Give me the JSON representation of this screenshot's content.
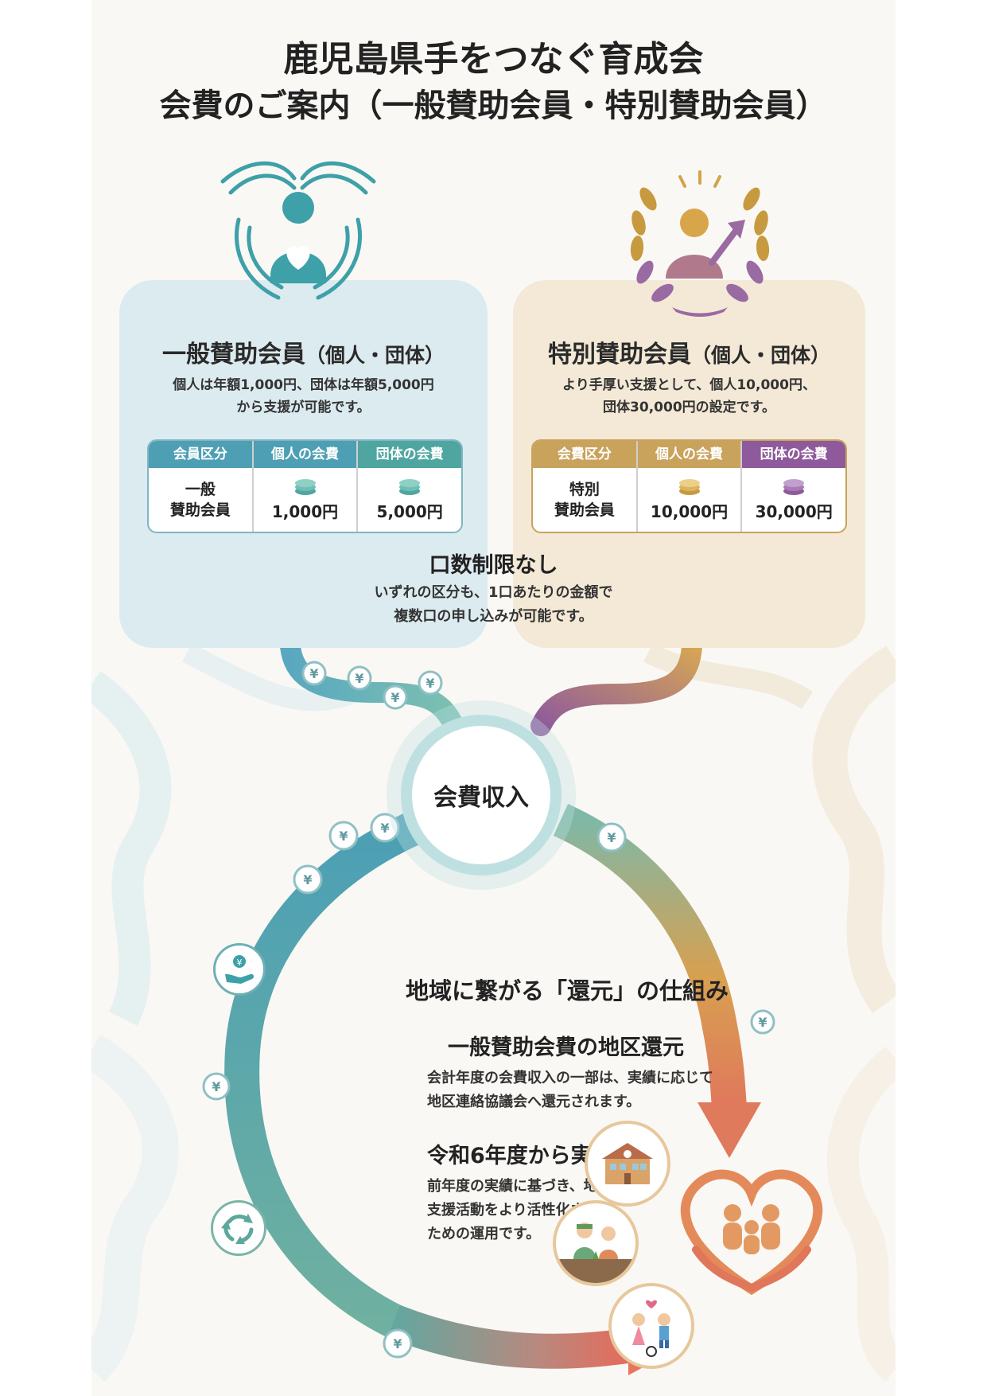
{
  "header": {
    "title_line1": "鹿児島県手をつなぐ育成会",
    "title_line2": "会費のご案内（一般賛助会員・特別賛助会員）"
  },
  "general": {
    "title": "一般賛助会員",
    "title_suffix": "（個人・団体）",
    "desc_line1": "個人は年額1,000円、団体は年額5,000円",
    "desc_line2": "から支援が可能です。",
    "table": {
      "col1_header": "会員区分",
      "col2_header": "個人の会費",
      "col3_header": "団体の会費",
      "category_line1": "一般",
      "category_line2": "賛助会員",
      "individual_fee": "1,000円",
      "group_fee": "5,000円"
    },
    "colors": {
      "panel": "#dcebf0",
      "header": "#4e9fb3",
      "accent": "#4fa6a0"
    }
  },
  "special": {
    "title": "特別賛助会員",
    "title_suffix": "（個人・団体）",
    "desc_line1": "より手厚い支援として、個人10,000円、",
    "desc_line2": "団体30,000円の設定です。",
    "table": {
      "col1_header": "会費区分",
      "col2_header": "個人の会費",
      "col3_header": "団体の会費",
      "category_line1": "特別",
      "category_line2": "賛助会員",
      "individual_fee": "10,000円",
      "group_fee": "30,000円"
    },
    "colors": {
      "panel": "#f3e9d6",
      "header": "#c9a25c",
      "accent": "#8e5a9c"
    }
  },
  "note": {
    "title": "口数制限なし",
    "desc_line1": "いずれの区分も、1口あたりの金額で",
    "desc_line2": "複数口の申し込みが可能です。"
  },
  "hub": {
    "label": "会費収入"
  },
  "system": {
    "title": "地域に繋がる「還元」の仕組み",
    "section1_title": "一般賛助会費の地区還元",
    "section1_line1": "会計年度の会費収入の一部は、実績に応じて",
    "section1_line2": "地区連絡協議会へ還元されます。",
    "section2_title": "令和6年度から実施",
    "section2_line1": "前年度の実績に基づき、地域の",
    "section2_line2": "支援活動をより活性化させる",
    "section2_line3": "ための運用です。"
  },
  "icons": {
    "general_emblem": "hands-protecting-person-heart-icon",
    "special_emblem": "laurel-person-arrow-icon",
    "coin": "yen-coin-icon",
    "hand_coin": "hand-holding-yen-icon",
    "recycle": "recycle-arrows-icon",
    "school": "school-building-icon",
    "gardening": "people-gardening-icon",
    "children": "children-playing-icon",
    "family_heart": "heart-hands-family-icon"
  }
}
